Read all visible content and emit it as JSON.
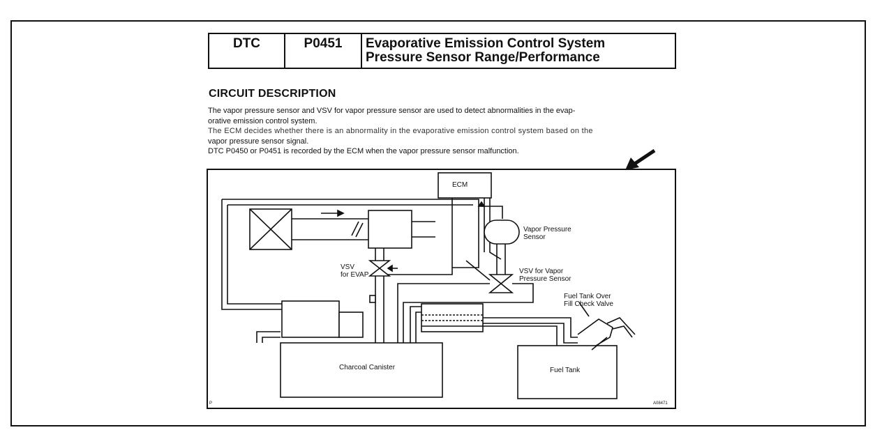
{
  "header": {
    "dtc_label": "DTC",
    "code": "P0451",
    "title_line1": "Evaporative Emission Control System",
    "title_line2": "Pressure Sensor Range/Performance"
  },
  "section": {
    "heading": "CIRCUIT DESCRIPTION",
    "lines": [
      "The vapor pressure sensor and VSV for vapor pressure sensor are used to detect abnormalities in the evap-",
      "orative emission control system.",
      "The ECM decides whether there is an abnormality in the evaporative emission control system based on the",
      "vapor pressure sensor signal.",
      "DTC P0450 or P0451 is recorded by the ECM when the vapor pressure sensor malfunction."
    ]
  },
  "diagram": {
    "ecm": "ECM",
    "vapor_sensor_l1": "Vapor Pressure",
    "vapor_sensor_l2": "Sensor",
    "vsv_evap_l1": "VSV",
    "vsv_evap_l2": "for EVAP",
    "vsv_vapor_l1": "VSV for Vapor",
    "vsv_vapor_l2": "Pressure Sensor",
    "fill_valve_l1": "Fuel Tank Over",
    "fill_valve_l2": "Fill Check Valve",
    "canister": "Charcoal Canister",
    "fuel_tank": "Fuel Tank",
    "corner_mark": "P",
    "figure_id": "A08471"
  }
}
